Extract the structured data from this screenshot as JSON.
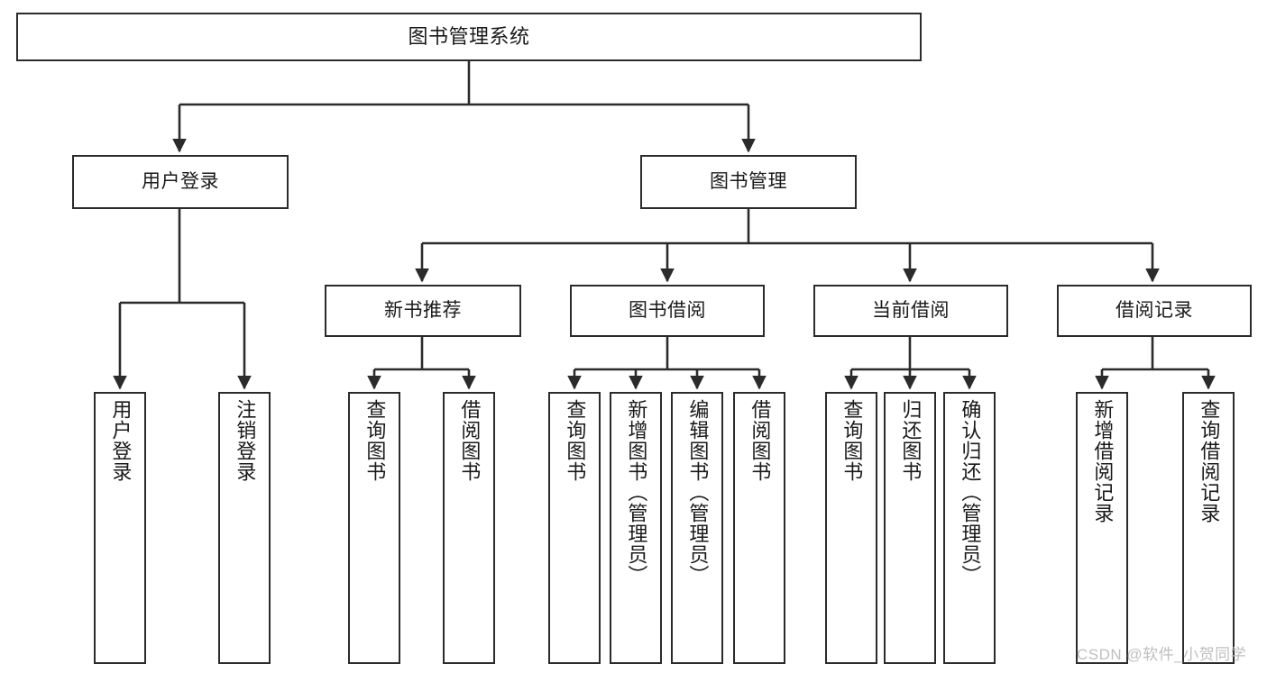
{
  "diagram": {
    "title": "图书管理系统",
    "type": "tree",
    "orientation": "top-down",
    "colors": {
      "stroke": "#2b2b2b",
      "fill": "#ffffff",
      "text": "#1a1a1a",
      "watermark": "#bfbfbf"
    },
    "root": {
      "id": "root",
      "label": "图书管理系统"
    },
    "level2": [
      {
        "id": "user-login",
        "label": "用户登录"
      },
      {
        "id": "book-manage",
        "label": "图书管理"
      }
    ],
    "level3": [
      {
        "id": "new-book-rec",
        "label": "新书推荐"
      },
      {
        "id": "book-borrow",
        "label": "图书借阅"
      },
      {
        "id": "current-borrow",
        "label": "当前借阅"
      },
      {
        "id": "borrow-record",
        "label": "借阅记录"
      }
    ],
    "leaves": {
      "user_login": [
        {
          "id": "leaf-user-login",
          "label": "用户登录"
        },
        {
          "id": "leaf-logout",
          "label": "注销登录"
        }
      ],
      "new_book_rec": [
        {
          "id": "leaf-query-book-1",
          "label": "查询图书"
        },
        {
          "id": "leaf-borrow-book-1",
          "label": "借阅图书"
        }
      ],
      "book_borrow": [
        {
          "id": "leaf-query-book-2",
          "label": "查询图书"
        },
        {
          "id": "leaf-add-book",
          "label": "新增图书（管理员）"
        },
        {
          "id": "leaf-edit-book",
          "label": "编辑图书（管理员）"
        },
        {
          "id": "leaf-borrow-book-2",
          "label": "借阅图书"
        }
      ],
      "current_borrow": [
        {
          "id": "leaf-query-book-3",
          "label": "查询图书"
        },
        {
          "id": "leaf-return-book",
          "label": "归还图书"
        },
        {
          "id": "leaf-confirm-return",
          "label": "确认归还（管理员）"
        }
      ],
      "borrow_record": [
        {
          "id": "leaf-add-record",
          "label": "新增借阅记录"
        },
        {
          "id": "leaf-query-record",
          "label": "查询借阅记录"
        }
      ]
    }
  },
  "watermark": {
    "text": "CSDN @软件_小贺同学"
  }
}
